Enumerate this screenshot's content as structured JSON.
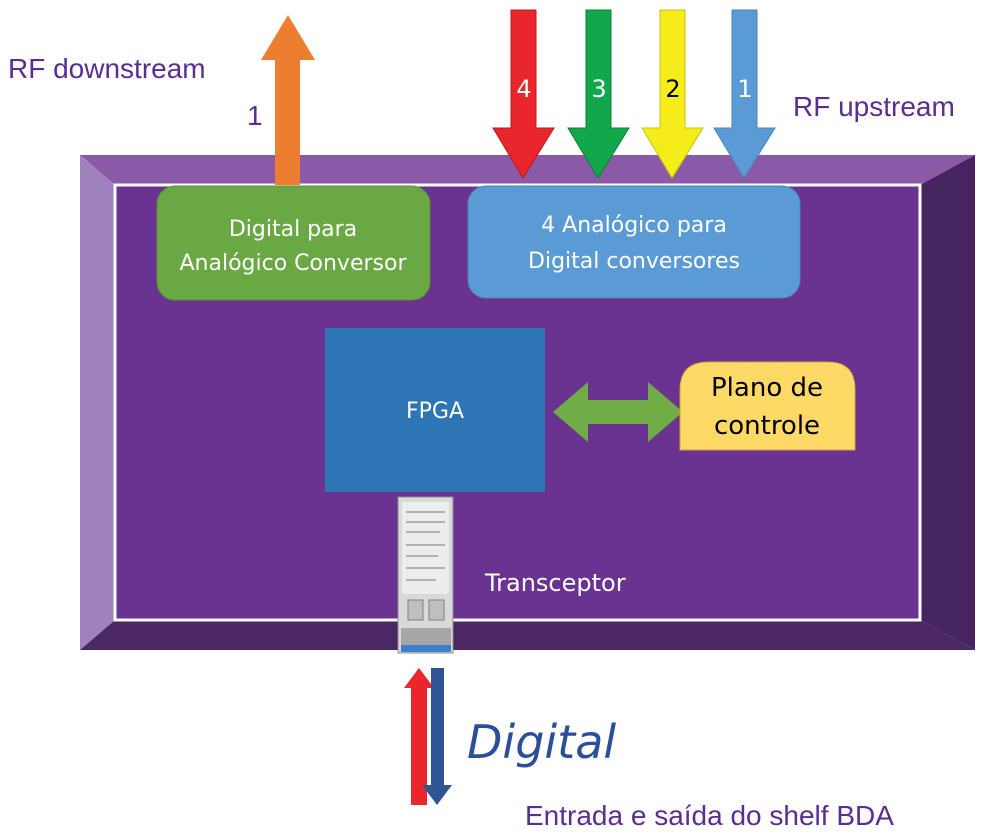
{
  "labels": {
    "rf_downstream": "RF downstream",
    "rf_upstream": "RF upstream",
    "downstream_number": "1",
    "digital": "Digital",
    "io_caption": "Entrada e saída do shelf BDA",
    "transceiver": "Transceptor"
  },
  "blocks": {
    "dac_line1": "Digital para",
    "dac_line2": "Analógico Conversor",
    "adc_line1": "4 Analógico para",
    "adc_line2": "Digital conversores",
    "fpga": "FPGA",
    "control_line1": "Plano de",
    "control_line2": "controle"
  },
  "upstream_arrows": [
    {
      "number": "4",
      "color": "#e8262b"
    },
    {
      "number": "3",
      "color": "#10a84a"
    },
    {
      "number": "2",
      "color": "#f5ec1a"
    },
    {
      "number": "1",
      "color": "#5b9bd5"
    }
  ],
  "colors": {
    "enclosure": "#6a3291",
    "dac_block": "#6aa843",
    "adc_block": "#5b9bd5",
    "fpga_block": "#2e75b6",
    "control_block": "#ffd966",
    "downstream_arrow": "#ed7d31",
    "bidirectional_arrow": "#70ad47",
    "digital_up_arrow": "#e8262b",
    "digital_down_arrow": "#2f5597"
  }
}
